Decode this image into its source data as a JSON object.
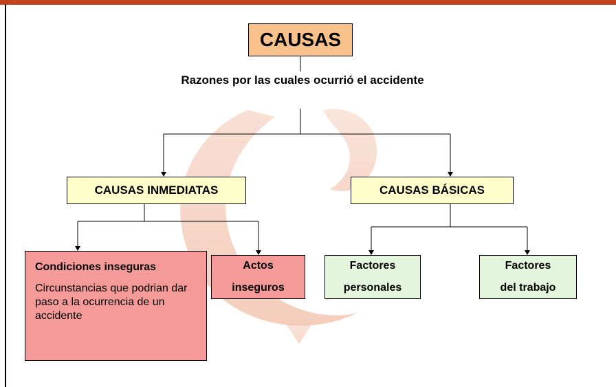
{
  "root": {
    "title": "CAUSAS"
  },
  "subtitle": "Razones por las cuales ocurrió el accidente",
  "branches": {
    "inmediatas": {
      "label": "CAUSAS INMEDIATAS",
      "children": {
        "condiciones": {
          "title": "Condiciones inseguras",
          "description": "Circunstancias que podrian dar paso a la ocurrencia de un accidente"
        },
        "actos": {
          "line1": "Actos",
          "line2": "inseguros"
        }
      }
    },
    "basicas": {
      "label": "CAUSAS BÁSICAS",
      "children": {
        "personales": {
          "line1": "Factores",
          "line2": "personales"
        },
        "trabajo": {
          "line1": "Factores",
          "line2": "del trabajo"
        }
      }
    }
  },
  "colors": {
    "header_bar": "#c0451f",
    "root_fill": "#f9c18b",
    "category_fill": "#ffffcc",
    "unsafe_fill": "#f49a98",
    "factor_fill": "#e3f5dd",
    "watermark": "#f3c5b0"
  }
}
